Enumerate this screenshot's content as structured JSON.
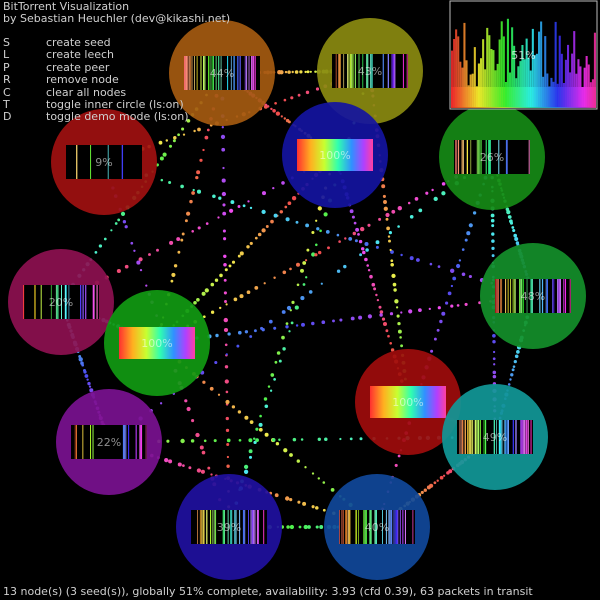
{
  "app": {
    "title": "BitTorrent Visualization",
    "byline": "by Sebastian Heuchler (dev@kikashi.net)"
  },
  "keys": [
    {
      "key": "S",
      "action": "create seed"
    },
    {
      "key": "L",
      "action": "create leech"
    },
    {
      "key": "P",
      "action": "create peer"
    },
    {
      "key": "R",
      "action": "remove node"
    },
    {
      "key": "C",
      "action": "clear all nodes"
    },
    {
      "key": "T",
      "action": "toggle inner circle (ls:on)"
    },
    {
      "key": "D",
      "action": "toggle demo mode (ls:on)"
    }
  ],
  "status": "13 node(s) (3 seed(s)), globally 51% complete, availability: 3.93 (cfd 0.39), 63 packets in transit",
  "colors": {
    "background": "#000000",
    "text": "#d0d0d0"
  },
  "nodes": [
    {
      "id": "n1",
      "label": "44%",
      "complete": 0.44,
      "color": "#a45a10",
      "seed": false
    },
    {
      "id": "n2",
      "label": "43%",
      "complete": 0.43,
      "color": "#8a8a10",
      "seed": false
    },
    {
      "id": "n3",
      "label": "9%",
      "complete": 0.09,
      "color": "#a01010",
      "seed": false
    },
    {
      "id": "n4",
      "label": "100%",
      "complete": 1.0,
      "color": "#1414a0",
      "seed": true
    },
    {
      "id": "n5",
      "label": "26%",
      "complete": 0.26,
      "color": "#168a16",
      "seed": false
    },
    {
      "id": "n6",
      "label": "48%",
      "complete": 0.48,
      "color": "#138f2a",
      "seed": false
    },
    {
      "id": "n7",
      "label": "20%",
      "complete": 0.2,
      "color": "#8d1050",
      "seed": false
    },
    {
      "id": "n8",
      "label": "100%",
      "complete": 1.0,
      "color": "#119a12",
      "seed": true
    },
    {
      "id": "n9",
      "label": "100%",
      "complete": 1.0,
      "color": "#9e0c0c",
      "seed": true
    },
    {
      "id": "n10",
      "label": "22%",
      "complete": 0.22,
      "color": "#7a1190",
      "seed": false
    },
    {
      "id": "n11",
      "label": "49%",
      "complete": 0.49,
      "color": "#119898",
      "seed": false
    },
    {
      "id": "n12",
      "label": "39%",
      "complete": 0.39,
      "color": "#2010a0",
      "seed": false
    },
    {
      "id": "n13",
      "label": "40%",
      "complete": 0.4,
      "color": "#10489a",
      "seed": false
    }
  ],
  "mini_map": {
    "label": "51%",
    "complete": 0.51
  }
}
